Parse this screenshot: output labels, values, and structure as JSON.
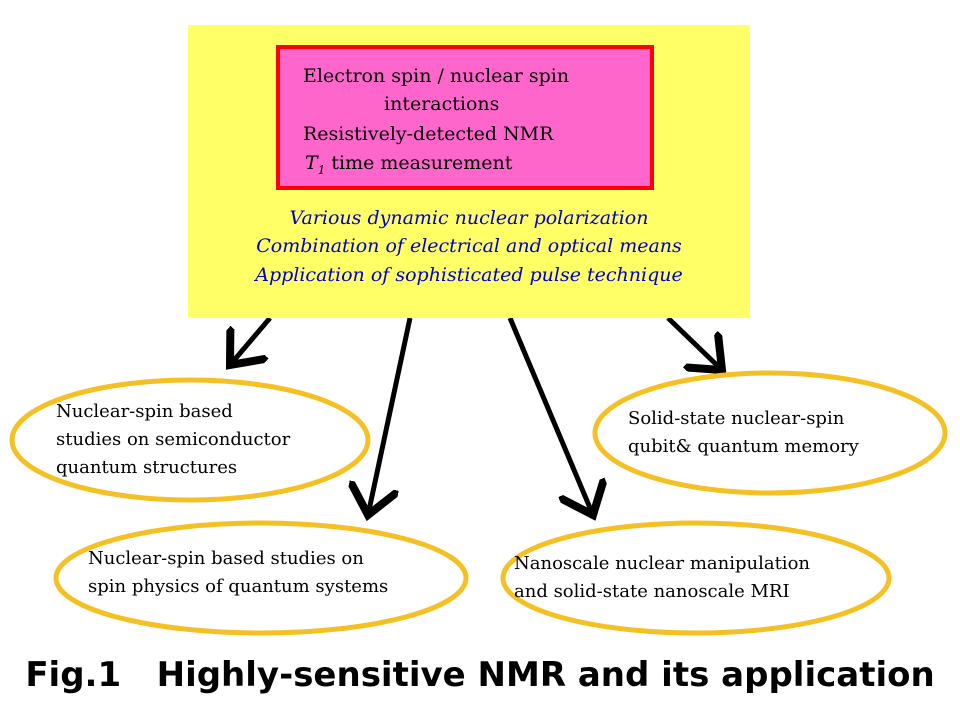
{
  "center": {
    "inner_lines": [
      "Electron spin / nuclear spin",
      "interactions",
      "Resistively-detected NMR"
    ],
    "t1_symbol": "T",
    "t1_subscript": "1",
    "t1_rest": " time measurement",
    "outer_lines": [
      "Various dynamic nuclear polarization",
      "Combination of electrical and optical means",
      "Application of sophisticated pulse technique"
    ]
  },
  "applications": [
    {
      "lines": [
        "Nuclear-spin based",
        "studies on semiconductor",
        "quantum structures"
      ]
    },
    {
      "lines": [
        "Nuclear-spin based studies on",
        "spin physics of quantum systems"
      ]
    },
    {
      "lines": [
        "Nanoscale nuclear manipulation",
        "and solid-state nanoscale MRI"
      ]
    },
    {
      "lines": [
        "Solid-state nuclear-spin",
        "qubit& quantum memory"
      ]
    }
  ],
  "caption": "Fig.1   Highly-sensitive NMR and its application",
  "colors": {
    "outer_box": "#ffff66",
    "inner_box": "#ff66cc",
    "inner_border": "#ff0000",
    "outer_text": "#0000cc",
    "oval_stroke": "#f5c023",
    "arrow": "#000000"
  }
}
